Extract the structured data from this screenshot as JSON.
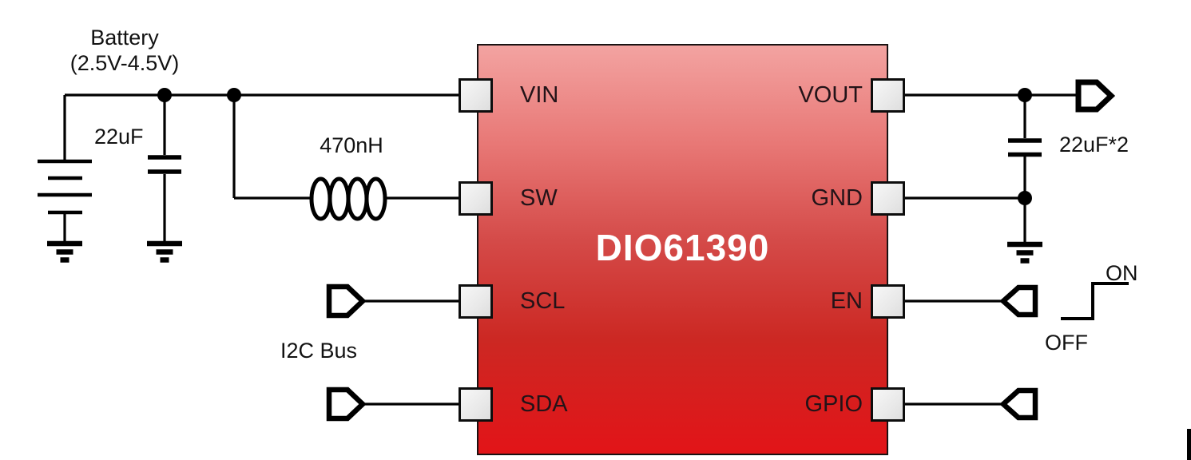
{
  "chip": {
    "name": "DIO61390",
    "left_pins": [
      "VIN",
      "SW",
      "SCL",
      "SDA"
    ],
    "right_pins": [
      "VOUT",
      "GND",
      "EN",
      "GPIO"
    ],
    "gradient": [
      "#f3a3a1 0%",
      "#e87876 24%",
      "#d44a48 48%",
      "#cc2823 72%",
      "#e21418 100%"
    ]
  },
  "labels": {
    "battery_name": "Battery",
    "battery_range": "(2.5V-4.5V)",
    "input_capacitor": "22uF",
    "inductor": "470nH",
    "i2c_bus": "I2C Bus",
    "output_capacitor": "22uF*2",
    "enable_on": "ON",
    "enable_off": "OFF"
  },
  "colors": {
    "wire": "#000000",
    "chip_border": "#1a1212",
    "pin_fill": "#ededed",
    "pin_label_text": "#231318",
    "chip_name_text": "#ffffff"
  }
}
